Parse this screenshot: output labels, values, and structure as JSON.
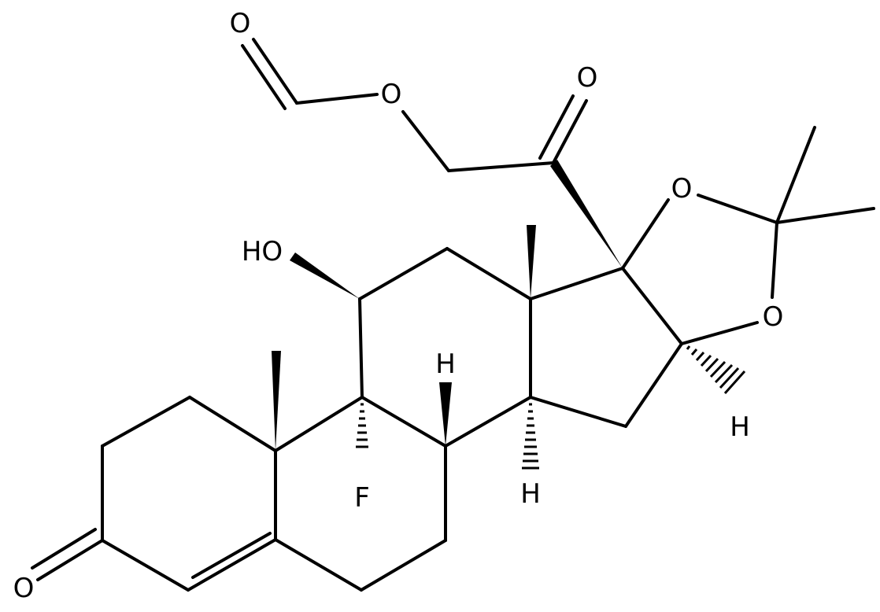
{
  "atom_labels": {
    "carbonyl_o_formyl": "O",
    "ester_o": "O",
    "ketone_o_c20": "O",
    "ring_o_upper": "O",
    "ring_o_lower": "O",
    "hydroxyl": "HO",
    "fluorine": "F",
    "h_c8": "H",
    "h_c14": "H",
    "h_c16": "H",
    "ketone_o_c3": "O"
  }
}
